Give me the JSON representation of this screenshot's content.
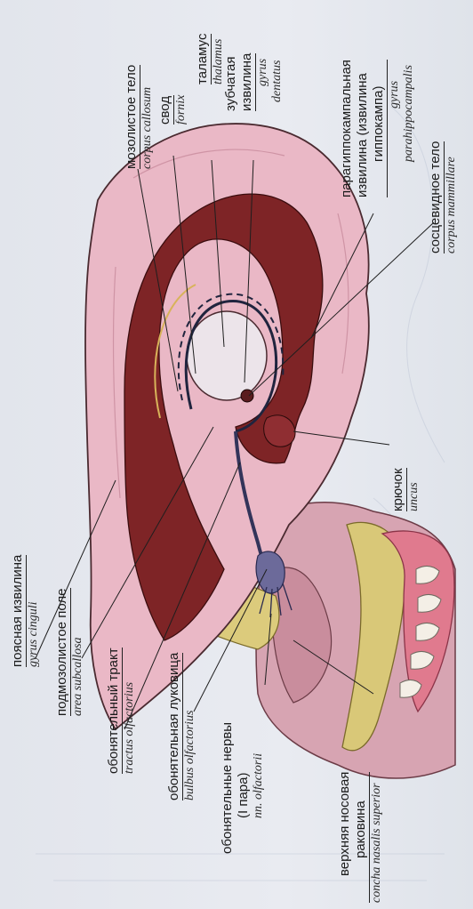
{
  "labels": {
    "gyrus_cinguli": {
      "ru": "поясная извилина",
      "la": "gyrus cinguli"
    },
    "area_subcallosa": {
      "ru": "подмозолистое поле",
      "la": "area subcallosa"
    },
    "tractus_olfactorius": {
      "ru": "обонятельный тракт",
      "la": "tractus olfactorius"
    },
    "bulbus_olfactorius": {
      "ru": "обонятельная луковица",
      "la": "bulbus olfactorius"
    },
    "nn_olfactorii": {
      "ru1": "обонятельные нервы",
      "ru2": "(I пара)",
      "la": "nn. olfactorii"
    },
    "concha": {
      "ru1": "верхняя носовая",
      "ru2": "раковина",
      "la": "concha nasalis superior"
    },
    "corpus_callosum": {
      "ru": "мозолистое тело",
      "la": "corpus callosum"
    },
    "fornix": {
      "ru": "свод",
      "la": "fornix"
    },
    "thalamus": {
      "ru": "таламус",
      "la": "thalamus"
    },
    "gyrus_dentatus": {
      "ru1": "зубчатая",
      "ru2": "извилина",
      "la1": "gyrus",
      "la2": "dentatus"
    },
    "parahippocampalis": {
      "ru1": "парагиппокампальная",
      "ru2": "извилина (извилина",
      "ru3": "гиппокампа)",
      "la1": "gyrus",
      "la2": "parahippocampalis"
    },
    "mammillare": {
      "ru": "сосцевидное тело",
      "la": "corpus mammillare"
    },
    "uncus": {
      "ru": "крючок",
      "la": "uncus"
    }
  },
  "colors": {
    "cortex": "#eab8c6",
    "limbic": "#7e2426",
    "bone": "#d9c878",
    "tissue": "#d9a7b4",
    "gum": "#e07a8e",
    "line": "#1e1e1e"
  }
}
